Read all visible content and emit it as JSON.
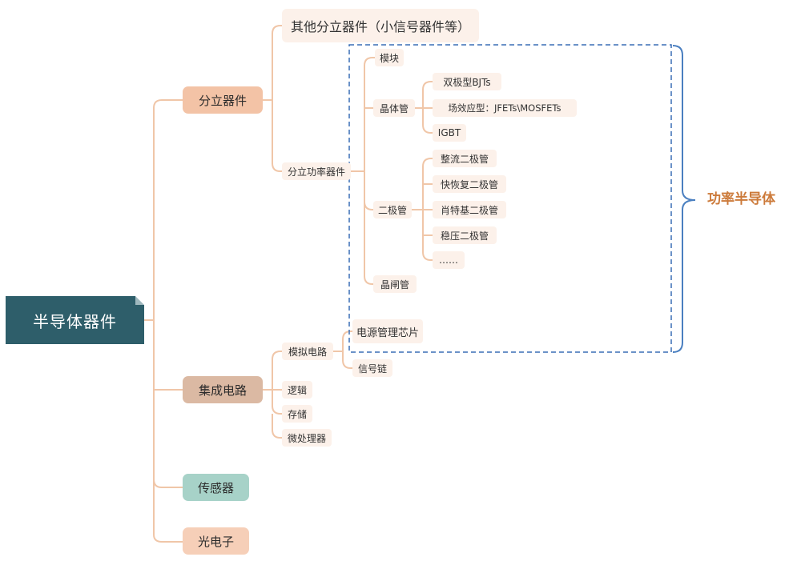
{
  "root": {
    "label": "半导体器件"
  },
  "branches": {
    "discrete": {
      "label": "分立器件",
      "other": "其他分立器件（小信号器件等）",
      "power": {
        "label": "分立功率器件",
        "module": "模块",
        "transistor": {
          "label": "晶体管",
          "items": [
            "双极型BJTs",
            "场效应型：JFETs\\MOSFETs",
            "IGBT"
          ]
        },
        "diode": {
          "label": "二极管",
          "items": [
            "整流二极管",
            "快恢复二极管",
            "肖特基二极管",
            "稳压二极管",
            "……"
          ]
        },
        "thyristor": "晶闸管"
      }
    },
    "ic": {
      "label": "集成电路",
      "analog": {
        "label": "模拟电路",
        "items": [
          "电源管理芯片",
          "信号链"
        ]
      },
      "logic": "逻辑",
      "memory": "存储",
      "micro": "微处理器"
    },
    "sensor": {
      "label": "传感器"
    },
    "opto": {
      "label": "光电子"
    }
  },
  "annotation": {
    "label": "功率半导体"
  },
  "colors": {
    "root": "#2e5e6a",
    "discrete": "#f3c3a6",
    "ic": "#dbb9a3",
    "sensor": "#a7d2c8",
    "opto": "#f6cfb8",
    "leaf_bg": "#fcf1ea",
    "connector": "#f0c6a8",
    "dashed_box": "#3a6fb5",
    "brace": "#4a7fc0",
    "annotation_text": "#cc7a3a"
  }
}
